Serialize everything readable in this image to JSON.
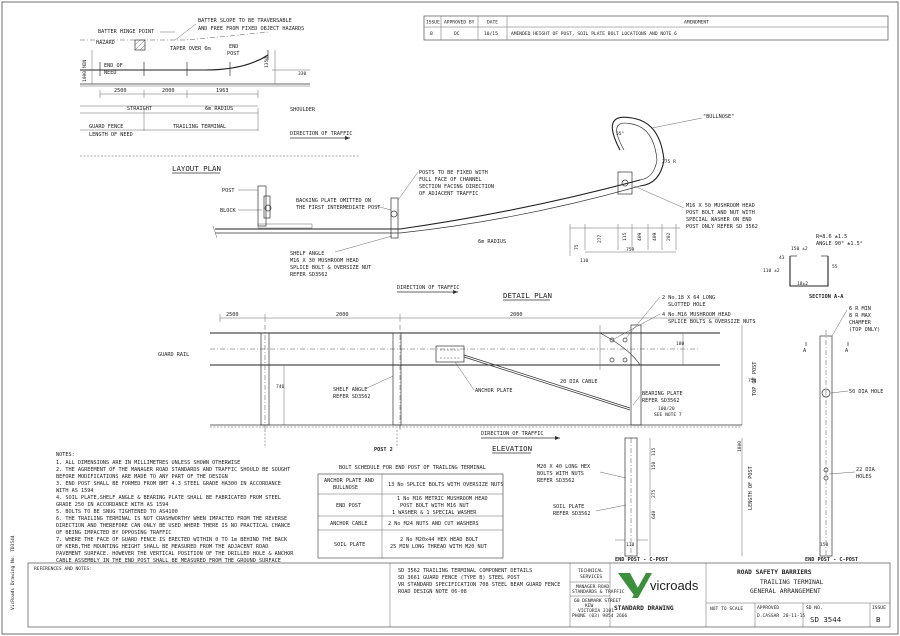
{
  "amendment_table": {
    "headers": [
      "ISSUE",
      "APPROVED BY",
      "DATE",
      "AMENDMENT"
    ],
    "row": [
      "B",
      "DC",
      "10/15",
      "AMENDED HEIGHT OF POST, SOIL PLATE BOLT LOCATIONS AND NOTE 6"
    ]
  },
  "layout_plan": {
    "title": "LAYOUT PLAN",
    "batter_note_1": "BATTER SLOPE TO BE TRAVERSABLE",
    "batter_note_2": "AND FREE FROM FIXED OBJECT HAZARDS",
    "batter_hinge_point": "BATTER HINGE POINT",
    "hazard": "HAZARD",
    "taper": "TAPER OVER 6m",
    "end_post_1": "END",
    "end_post_2": "POST",
    "end_of_need_1": "END OF",
    "end_of_need_2": "NEED",
    "dim_1000_min": "1000 MIN",
    "dim_1350": "1350",
    "dim_330": "330",
    "dim_2500": "2500",
    "dim_2000": "2000",
    "dim_1963": "1963",
    "straight": "STRAIGHT",
    "radius": "6m RADIUS",
    "shoulder": "SHOULDER",
    "guard_fence": "GUARD FENCE",
    "length_of_need": "LENGTH OF NEED",
    "trailing_terminal": "TRAILING TERMINAL",
    "direction_of_traffic": "DIRECTION OF TRAFFIC"
  },
  "detail_plan": {
    "title": "DETAIL PLAN",
    "post": "POST",
    "block": "BLOCK",
    "backing_1": "BACKING PLATE OMITTED ON",
    "backing_2": "THE FIRST INTERMEDIATE POST",
    "posts_fixed_1": "POSTS TO BE FIXED WITH",
    "posts_fixed_2": "FULL FACE OF CHANNEL",
    "posts_fixed_3": "SECTION FACING DIRECTION",
    "posts_fixed_4": "OF ADJACENT TRAFFIC",
    "bullnose": "\"BULLNOSE\"",
    "dim_275r": "275 R",
    "dim_55": "55°",
    "m16x50_1": "M16 X 50 MUSHROOM HEAD",
    "m16x50_2": "POST BOLT AND NUT WITH",
    "m16x50_3": "SPECIAL WASHER ON END",
    "m16x50_4": "POST ONLY REFER SD 3562",
    "dims_small": [
      "75",
      "277",
      "115",
      "409",
      "409",
      "202"
    ],
    "dim_759": "759",
    "dim_110": "110",
    "dim_6m_radius": "6m RADIUS",
    "shelf_1": "SHELF ANGLE",
    "shelf_2": "M16 X 30 MUSHROOM HEAD",
    "shelf_3": "SPLICE BOLT & OVERSIZE NUT",
    "shelf_4": "REFER SD3562",
    "direction_of_traffic": "DIRECTION OF TRAFFIC"
  },
  "section_aa": {
    "title": "SECTION A-A",
    "r_note": "R=8.6 ±1.5",
    "angle_note": "ANGLE 90° ±1.5°",
    "dim_150": "150 ±2",
    "dim_110": "110 ±2",
    "dim_43": "43",
    "dim_55": "55",
    "dim_18": "18±2"
  },
  "elevation": {
    "title": "ELEVATION",
    "dim_2500": "2500",
    "dim_2000a": "2000",
    "dim_2000b": "2000",
    "guard_rail": "GUARD RAIL",
    "splice_1": "2 No.18 X 64 LONG",
    "splice_2": "SLOTTED HOLE",
    "splice_3": "4 No.M16 MUSHROOM HEAD",
    "splice_4": "SPLICE BOLTS & OVERSIZE NUTS",
    "dim_180": "180",
    "dim_740": "740",
    "dim_759": "759",
    "top_of_post": "TOP OF POST",
    "shelf_1": "SHELF ANGLE",
    "shelf_2": "REFER SD3562",
    "anchor_plate": "ANCHOR PLATE",
    "cable": "20 DIA CABLE",
    "bearing_1": "BEARING PLATE",
    "bearing_2": "REFER SD3562",
    "dim_100": "100/20",
    "see_note": "SEE NOTE 7",
    "post_2": "POST 2",
    "direction_of_traffic": "DIRECTION OF TRAFFIC"
  },
  "end_post": {
    "label_left": "END POST - C-POST",
    "label_right": "END POST - C-POST",
    "hex_1": "M20 X 40 LONG HEX",
    "hex_2": "BOLTS WITH NUTS",
    "hex_3": "REFER SD3562",
    "soil_1": "SOIL PLATE",
    "soil_2": "REFER SD3562",
    "dim_115": "115",
    "dim_150": "150",
    "dim_275": "275",
    "dim_640": "640",
    "dim_1800": "1800",
    "length_of_post": "LENGTH OF POST",
    "dim_110": "110",
    "dim_150b": "150",
    "r_min": "6 R MIN",
    "r_max": "8 R MAX",
    "chamfer_1": "CHAMFER",
    "chamfer_2": "(TOP ONLY)",
    "a": "A",
    "dia_hole": "50 DIA HOLE",
    "dia_holes_1": "22 DIA",
    "dia_holes_2": "HOLES"
  },
  "notes": {
    "title": "NOTES:",
    "items": [
      "1.   ALL DIMENSIONS ARE IN MILLIMETRES UNLESS SHOWN OTHERWISE",
      "2.   THE AGREEMENT OF THE MANAGER ROAD STANDARDS AND TRAFFIC SHOULD BE SOUGHT",
      "      BEFORE MODIFICATIONS ARE MADE TO ANY PART OF THE DESIGN",
      "3.   END POST SHALL BE FORMED FROM BMT 4.3 STEEL GRADE HA300 IN ACCORDANCE",
      "      WITH AS 1594",
      "4.   SOIL PLATE,SHELF ANGLE & BEARING PLATE SHALL BE FABRICATED FROM STEEL",
      "      GRADE 250 IN ACCORDANCE WITH AS 1594",
      "5.   BOLTS TO BE SNUG TIGHTENED TO AS4100",
      "6.   THE TRAILING TERMINAL IS NOT CRASHWORTHY WHEN IMPACTED FROM THE REVERSE",
      "      DIRECTION AND THEREFORE CAN ONLY BE USED WHERE THERE IS NO PRACTICAL CHANCE",
      "      OF BEING IMPACTED BY OPPOSING TRAFFIC",
      "7.   WHERE THE FACE OF GUARD FENCE IS ERECTED WITHIN 0 TO 1m BEHIND THE BACK",
      "      OF KERB,THE MOUNTING HEIGHT SHALL BE MEASURED FROM THE ADJACENT ROAD",
      "      PAVEMENT SURFACE. HOWEVER THE VERTICAL POSITION OF THE DRILLED HOLE & ANCHOR",
      "      CABLE ASSEMBLY IN THE END POST SHALL BE MEASURED FROM THE GROUND SURFACE"
    ]
  },
  "bolt_schedule": {
    "title": "BOLT SCHEDULE FOR END POST OF TRAILING TERMINAL",
    "rows": [
      {
        "item": [
          "ANCHOR PLATE AND",
          "BULLNOSE"
        ],
        "desc": [
          "13 No SPLICE BOLTS WITH OVERSIZE NUTS"
        ]
      },
      {
        "item": [
          "END POST"
        ],
        "desc": [
          "1 No M16 METRIC MUSHROOM HEAD",
          "POST BOLT WITH M16 NUT",
          "1 WASHER & 1 SPECIAL WASHER"
        ]
      },
      {
        "item": [
          "ANCHOR CABLE"
        ],
        "desc": [
          "2 No M24 NUTS AND CUT WASHERS"
        ]
      },
      {
        "item": [
          "SOIL PLATE"
        ],
        "desc": [
          "2 No M20x44 HEX HEAD BOLT",
          "25 MIN LONG THREAD WITH M20 NUT"
        ]
      }
    ]
  },
  "title_block": {
    "references_label": "REFERENCES AND NOTES:",
    "references": [
      "SD 3562 TRAILING TERMINAL COMPONENT DETAILS",
      "SD 3661 GUARD FENCE (TYPE B) STEEL POST",
      "VR STANDARD SPECIFICATION 708 STEEL BEAM GUARD FENCE",
      "ROAD DESIGN NOTE 06-08"
    ],
    "technical_1": "TECHNICAL",
    "technical_2": "SERVICES",
    "manager_1": "MANAGER ROAD",
    "manager_2": "STANDARDS & TRAFFIC",
    "address": [
      "60 DENMARK STREET",
      "KEW",
      "VICTORIA 3101",
      "PHONE (03) 9854 2666"
    ],
    "logo_text": "vicroads",
    "standard_drawing": "STANDARD DRAWING",
    "main_title": "ROAD SAFETY BARRIERS",
    "sub_title_1": "TRAILING TERMINAL",
    "sub_title_2": "GENERAL ARRANGEMENT",
    "not_to_scale": "NOT TO SCALE",
    "approved_label": "APPROVED",
    "approved_by": "D.CASSAR",
    "approved_date": "28-11-15",
    "sd_no_label": "SD NO.",
    "sd_no": "SD 3544",
    "issue_label": "ISSUE",
    "issue": "B",
    "side_label": "VicRoads Drawing No. TD3544"
  },
  "colors": {
    "line": "#333333",
    "logo_green": "#3c8f3c"
  }
}
